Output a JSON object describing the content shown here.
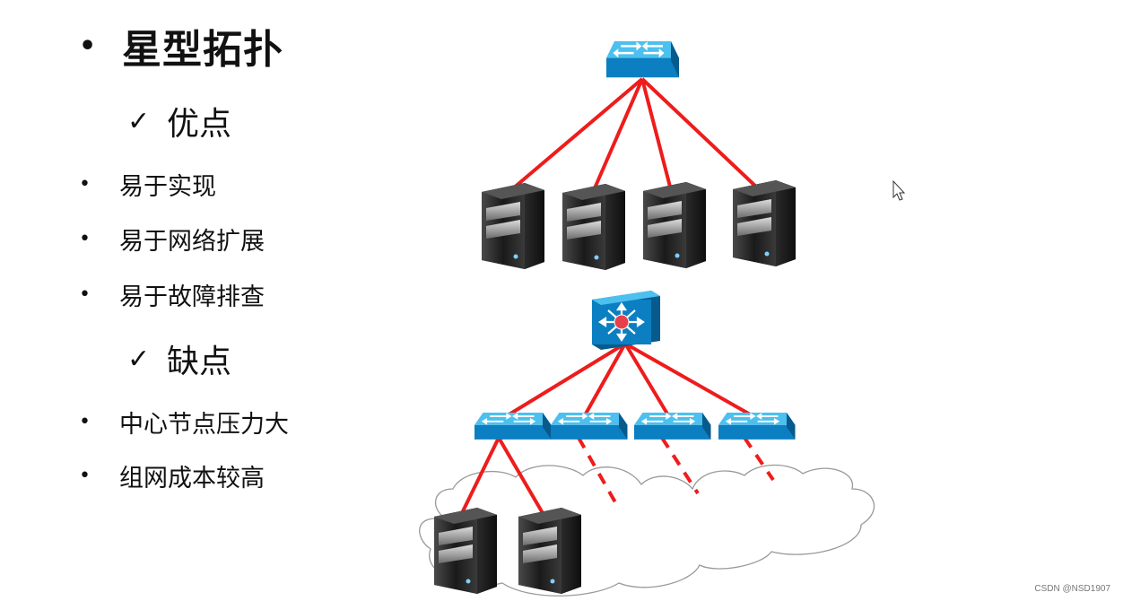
{
  "slide": {
    "title_bullet": "•",
    "title": "星型拓扑",
    "pros": {
      "check": "✓",
      "label": "优点",
      "items": [
        "易于实现",
        "易于网络扩展",
        "易于故障排查"
      ]
    },
    "cons": {
      "check": "✓",
      "label": "缺点",
      "items": [
        "中心节点压力大",
        "组网成本较高"
      ]
    },
    "item_bullet": "•"
  },
  "diagram": {
    "colors": {
      "link": "#ee1c1c",
      "switch_top": "#3fb4ea",
      "switch_front": "#0b7fc2",
      "server_body": "#2b2b2b",
      "cloud_stroke": "#999999"
    },
    "icons": [
      "switch-icon",
      "layer3-switch-icon",
      "server-icon",
      "cloud-icon",
      "mouse-cursor-icon"
    ]
  },
  "watermark": "CSDN @NSD1907"
}
